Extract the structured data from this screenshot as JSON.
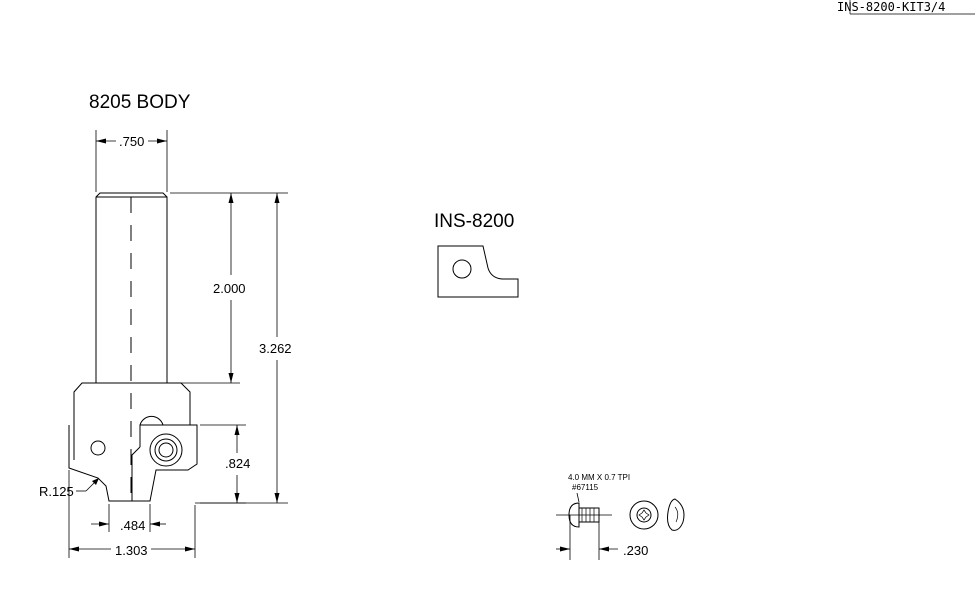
{
  "sheet": {
    "id_label": "INS-8200-KIT3/4"
  },
  "body_view": {
    "title": "8205 BODY",
    "dims": {
      "shank_diameter": ".750",
      "shank_length": "2.000",
      "overall_length": "3.262",
      "insert_height": ".824",
      "radius": "R.125",
      "cutter_width": ".484",
      "cutting_diameter": "1.303"
    }
  },
  "insert_view": {
    "title": "INS-8200"
  },
  "screw_view": {
    "spec": "4.0 MM X 0.7 TPI",
    "part_no": "#67115",
    "length_dim": ".230"
  }
}
